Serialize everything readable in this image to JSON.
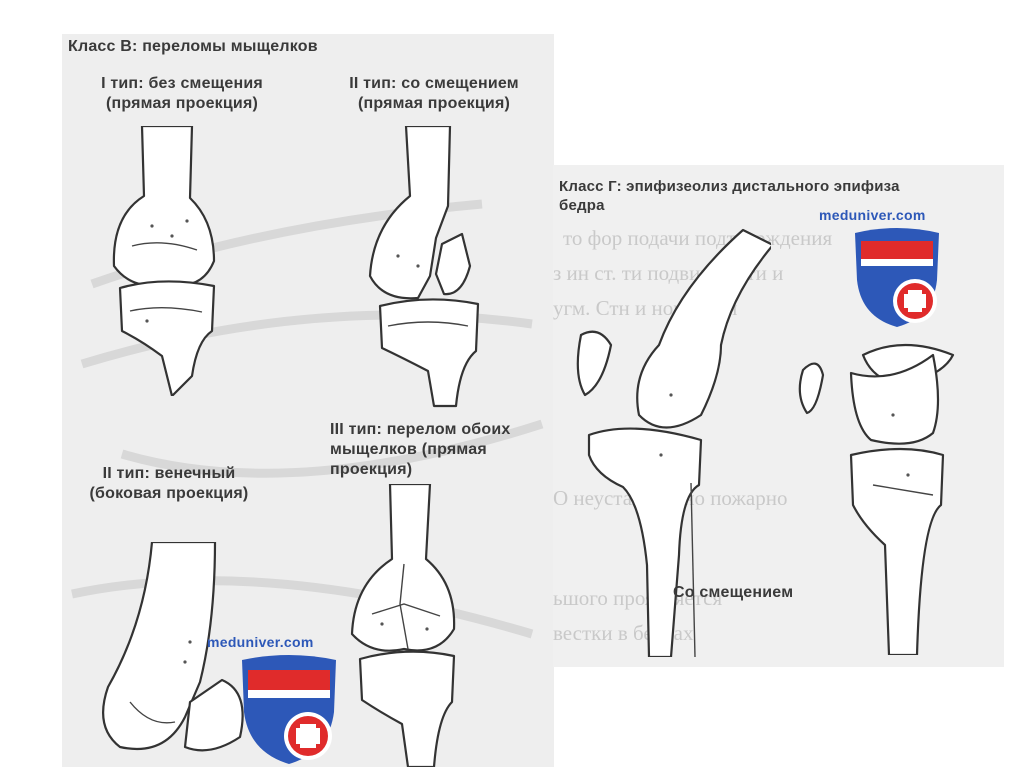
{
  "left_panel": {
    "title": "Класс В: переломы мыщелков",
    "type1": "I тип: без смещения\n(прямая проекция)",
    "type2_direct": "II тип: со смещением\n(прямая проекция)",
    "type2_lateral": "II тип: венечный\n(боковая проекция)",
    "type3": "III тип: перелом обоих\nмыщелков (прямая\nпроекция)"
  },
  "right_panel": {
    "title": "Класс Г: эпифизеолиз дистального эпифиза\nбедра",
    "caption": "Со смещением"
  },
  "watermarks": {
    "text": "meduniver.com",
    "colors": {
      "blue": "#2d58b8",
      "red": "#e02b2b",
      "cross": "#ffffff"
    }
  },
  "icons": [
    "medical-cross-icon",
    "shield-logo-icon"
  ]
}
